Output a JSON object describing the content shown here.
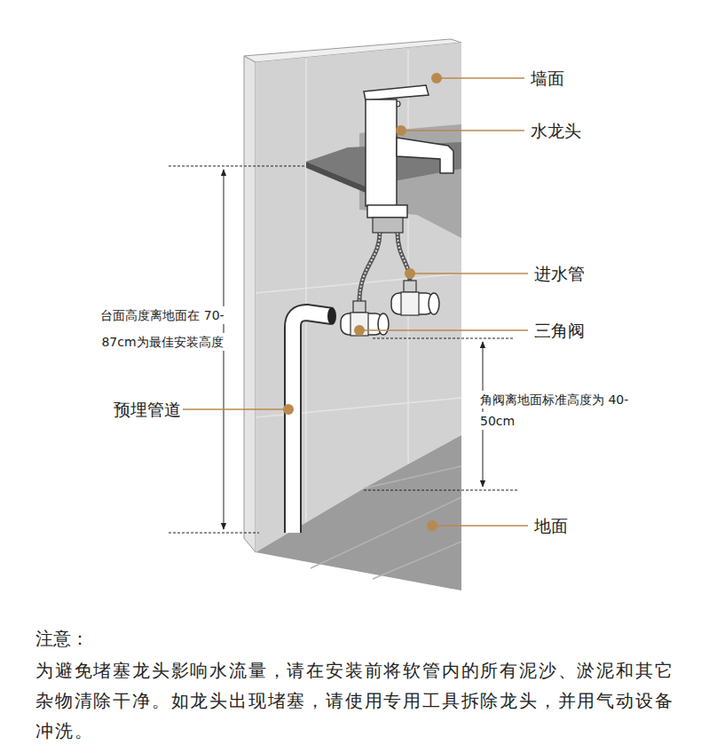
{
  "diagram": {
    "labels": [
      "墙面",
      "水龙头",
      "台面高度离地面在 70-87cm为最佳安装高度",
      "进水管",
      "三角阀",
      "预埋管道",
      "角阀离地面标准高度为 40-50cm",
      "地面",
      "注意：",
      "为避免堵塞龙头影响水流量，请在安装前将软管内的所有泥沙、淤泥和其它杂物清除干净。如龙头出现堵塞，请使用专用工具拆除龙头，并用气动设备冲洗。"
    ]
  }
}
